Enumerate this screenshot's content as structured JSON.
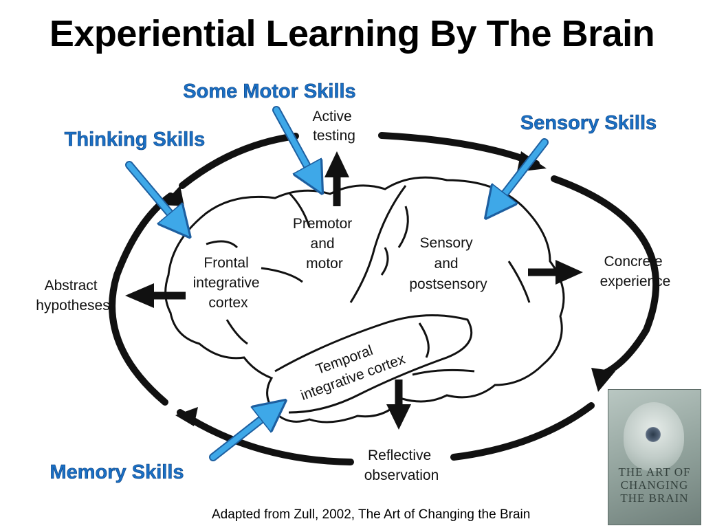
{
  "title": "Experiential Learning By The Brain",
  "cycle_labels": {
    "active_testing": [
      "Active",
      "testing"
    ],
    "concrete_experience": [
      "Concrete",
      "experience"
    ],
    "reflective_observation": [
      "Reflective",
      "observation"
    ],
    "abstract_hypotheses": [
      "Abstract",
      "hypotheses"
    ]
  },
  "brain_regions": {
    "premotor": [
      "Premotor",
      "and",
      "motor"
    ],
    "sensory": [
      "Sensory",
      "and",
      "postsensory"
    ],
    "frontal": [
      "Frontal",
      "integrative",
      "cortex"
    ],
    "temporal": [
      "Temporal",
      "integrative cortex"
    ]
  },
  "skills": {
    "motor": "Some Motor Skills",
    "thinking": "Thinking Skills",
    "sensory": "Sensory Skills",
    "memory": "Memory Skills"
  },
  "colors": {
    "skill_text": "#1a6fc4",
    "skill_arrow": "#3ea8e8"
  },
  "caption": "Adapted from Zull, 2002, The Art of Changing the Brain",
  "book_cover": {
    "title": [
      "THE ART OF",
      "CHANGING",
      "THE BRAIN"
    ]
  }
}
